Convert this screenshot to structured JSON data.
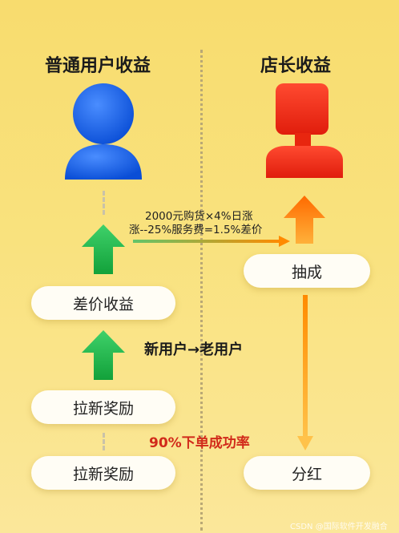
{
  "colors": {
    "background": "#f9e07a",
    "green_arrow": "#1fb346",
    "orange_arrow": "#ff8a00",
    "blue_user": "#1565f0",
    "red_owner": "#f0301c",
    "highlight_text": "#d12a1a"
  },
  "left": {
    "title": "普通用户收益",
    "icon": "user-person-icon",
    "pills": [
      "差价收益",
      "拉新奖励",
      "拉新奖励"
    ]
  },
  "right": {
    "title": "店长收益",
    "icon": "store-manager-icon",
    "pills": [
      "抽成",
      "分红"
    ]
  },
  "annotations": {
    "flow_line1": "2000元购货×4%日涨",
    "flow_line2": "涨--25%服务费=1.5%差价",
    "conversion": "新用户→老用户",
    "success_rate": "90%下单成功率"
  },
  "watermark": "CSDN @国际软件开发融合"
}
